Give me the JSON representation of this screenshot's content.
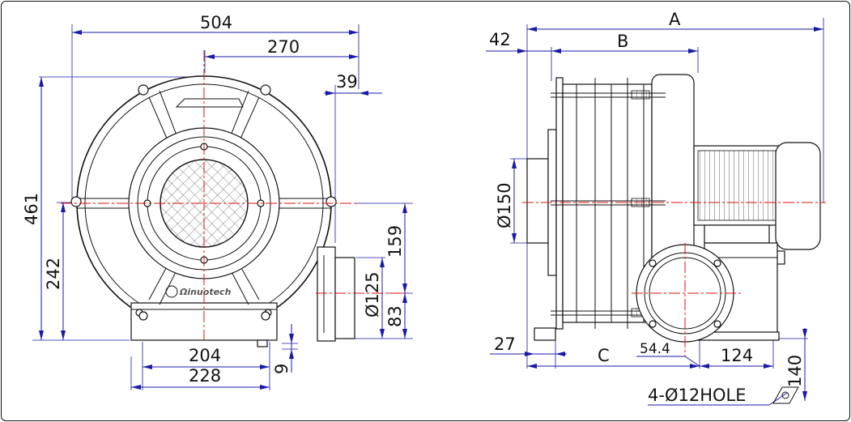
{
  "front_view": {
    "dims": {
      "overall_width": "504",
      "center_to_outlet": "270",
      "outlet_offset": "39",
      "overall_height": "461",
      "center_height": "242",
      "outlet_above_center": "159",
      "outlet_diameter": "Ø125",
      "outlet_below_center": "83",
      "base_inner": "204",
      "base_outer": "228",
      "base_thickness": "9"
    },
    "logo_text": "Ωinuotech"
  },
  "side_view": {
    "dims": {
      "overall_length": "A",
      "housing_length": "B",
      "flange_offset": "42",
      "inlet_diameter": "Ø150",
      "foot_offset": "27",
      "base_length": "C",
      "center_offset": "54.4",
      "foot_spacing": "124",
      "foot_height": "140",
      "hole_note": "4-Ø12HOLE"
    }
  },
  "colors": {
    "dimension": "#1a1aa8",
    "centerline": "#e01010",
    "outline": "#111111"
  }
}
